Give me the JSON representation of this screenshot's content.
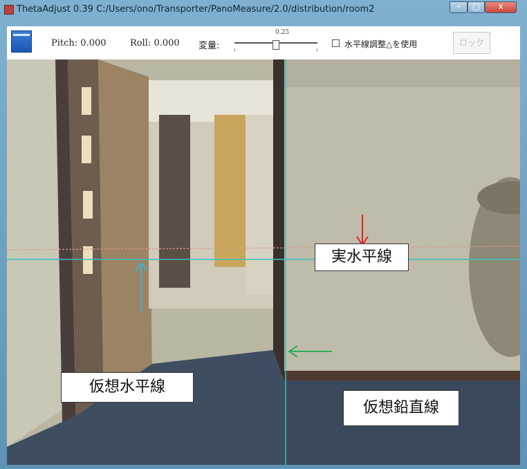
{
  "window": {
    "title": "ThetaAdjust 0.39  C:/Users/ono/Transporter/PanoMeasure/2.0/distribution/room2",
    "min_glyph": "–",
    "max_glyph": "□",
    "close_glyph": "x"
  },
  "toolbar": {
    "pitch_label": "Pitch: 0.000",
    "roll_label": "Roll: 0.000",
    "scale_label": "変量:",
    "scale_value": "0.25",
    "slider_value": 0.25,
    "horizon_checkbox_label": "水平線調整△を使用",
    "horizon_checkbox_checked": false,
    "lock_label": "ロック",
    "save_icon": "save-icon"
  },
  "annotations": {
    "real_horizon": "実水平線",
    "virtual_horizon": "仮想水平線",
    "virtual_vertical": "仮想鉛直線"
  },
  "colors": {
    "guide_line": "#36c3c0",
    "arrow_real": "#e0231b",
    "arrow_virtual_horizon": "#3fb0d6",
    "arrow_virtual_vertical": "#2cae5a"
  }
}
